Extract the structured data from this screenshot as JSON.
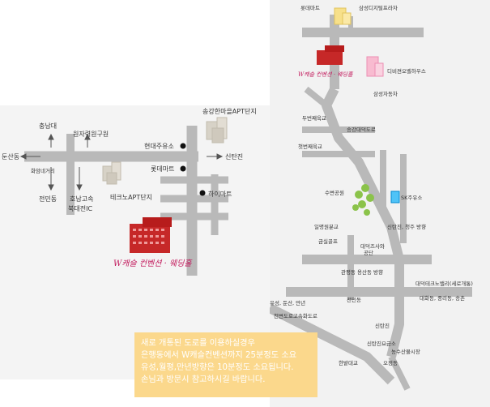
{
  "left_map": {
    "labels": {
      "chungnam": "충남대",
      "wonjiryeok": "원자력원구원",
      "dunsan": "둔산동",
      "hwaam": "화암네거리",
      "jeonmin": "전민동",
      "honam": "호남고속\n북대전IC",
      "techno": "테크노APT단지",
      "songgang": "송강한마을APT단지",
      "hyundai": "현대주유소",
      "lotte": "롯데마트",
      "himart": "하이마트",
      "sintanjin": "신탄진"
    },
    "brand": "W캐슬 컨벤션 · 웨딩홀"
  },
  "right_map": {
    "labels": {
      "lotte": "롯데마트",
      "samsung_digital": "삼성디지털프라자",
      "dvision": "디비젼오벨하우스",
      "samsung_car": "삼성자동차",
      "dubyeon": "두번째육교",
      "songgang_road": "송강대덕도로",
      "first_bridge": "첫번째육교",
      "subyeon_park": "수변공원",
      "sk": "SK주유소",
      "ilmyeon": "일명원분교",
      "sintanjin_dir": "신탄진, 청주 방향",
      "geumsil": "금실골프",
      "daedeok_science": "대덕즈사와\n공단",
      "gwanpyeong": "관평동 용산동 방향",
      "jeonmin": "전민동",
      "daedeok_techno": "대덕테크노밸리(세로개통)",
      "daehwa": "대화동, 중리동, 송촌",
      "yuseong": "유성, 둔산, 만년",
      "cheonbyeon": "천변도로고속화도로",
      "sintanjin": "신탄진",
      "sintanjin_ic": "신탄진요금소",
      "nongsu": "농수산물시장",
      "hanbat": "한밭대교",
      "ojeongdong": "오정동"
    },
    "brand": "W캐슬 컨벤션 · 웨딩홀"
  },
  "notice": {
    "line1": "새로 개통된 도로를 이용하실경우",
    "line2": "은행동에서 W캐슬컨벤션까지 25분정도 소요",
    "line3": "유성,월평,만년방향은 10분정도 소요됩니다.",
    "line4": "손님과 방문시 참고하시길 바랍니다."
  },
  "colors": {
    "road": "#b9b9b9",
    "building_red": "#c62828",
    "apartment": "#dcd8d0",
    "notice_bg": "#fbd88c",
    "brand": "#c2185b",
    "park_green": "#8bc34a",
    "sk_blue": "#4fc3f7"
  }
}
